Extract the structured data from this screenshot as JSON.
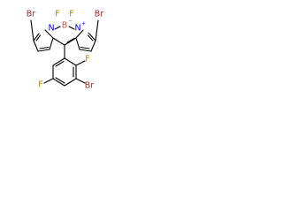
{
  "molecule": {
    "atoms": {
      "br_top_left": "Br",
      "f_boron_left": "F",
      "f_boron_right": "F",
      "br_top_right": "Br",
      "n_left": "N",
      "b_center": "B",
      "n_right": "N",
      "f_aryl_ortho": "F",
      "f_aryl_meta": "F",
      "br_aryl": "Br"
    },
    "charges": {
      "boron": "−",
      "nitrogen": "+"
    },
    "colors": {
      "bromine": "#a52a2a",
      "fluorine": "#b8860b",
      "nitrogen": "#0000ff",
      "boron": "#c8553d",
      "bond": "#000000"
    }
  }
}
